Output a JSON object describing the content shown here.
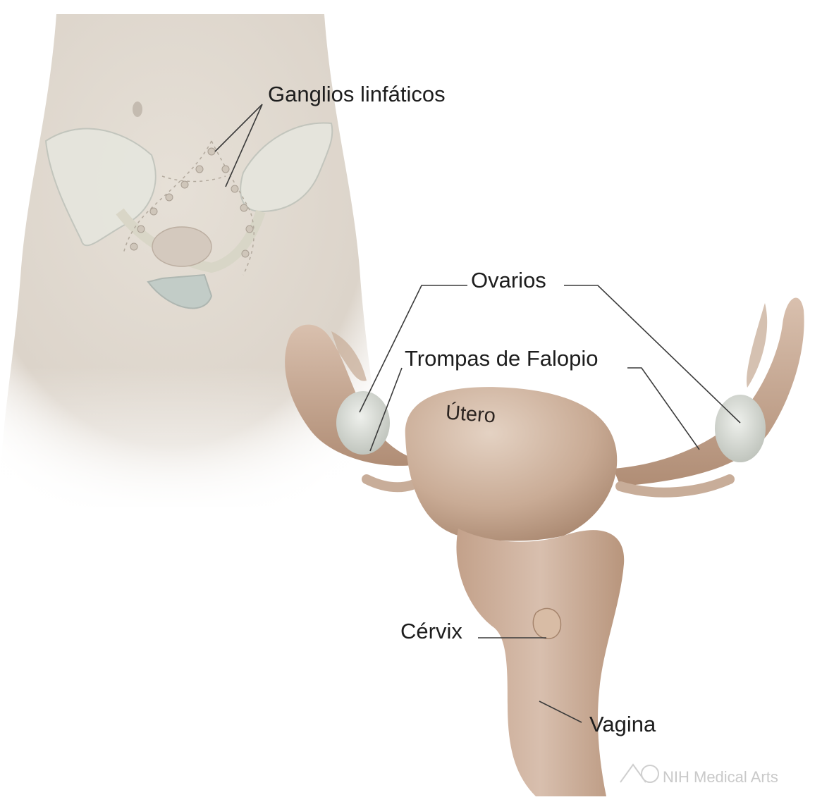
{
  "labels": {
    "ganglios": "Ganglios linfáticos",
    "ovarios": "Ovarios",
    "trompas": "Trompas de Falopio",
    "utero": "Útero",
    "cervix": "Cérvix",
    "vagina": "Vagina"
  },
  "credit": {
    "text": "NIH Medical Arts",
    "logo_icon": "nih-medical-arts-logo-icon"
  },
  "colors": {
    "skin": "#d9d2c8",
    "bone": "#e8e6dc",
    "organ": "#c9ad98",
    "organ_dark": "#a8876f",
    "ovary": "#d8dcd6",
    "text": "#1d1d1d",
    "leader": "#3a3a3a"
  }
}
